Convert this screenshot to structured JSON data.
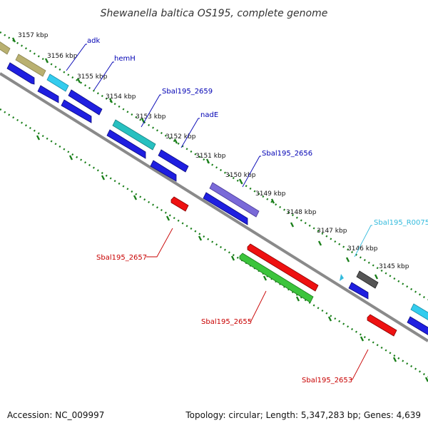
{
  "title": "Shewanella baltica OS195, complete genome",
  "accession_label": "Accession: NC_009997",
  "summary_label": "Topology: circular; Length: 5,347,283 bp; Genes: 4,639",
  "colors": {
    "forward_label": "#0000b4",
    "reverse_label": "#c80000",
    "rna_label": "#33bbdd",
    "ruler": "#1a7f1a",
    "backbone": "#888888"
  },
  "ruler_labels": [
    "3157 kbp",
    "3156 kbp",
    "3155 kbp",
    "3154 kbp",
    "3153 kbp",
    "3152 kbp",
    "3151 kbp",
    "3150 kbp",
    "3149 kbp",
    "3148 kbp",
    "3147 kbp",
    "3146 kbp",
    "3145 kbp"
  ],
  "gene_labels": {
    "adk": "adk",
    "hemH": "hemH",
    "sbal195_2659": "Sbal195_2659",
    "nadE": "nadE",
    "sbal195_2656": "Sbal195_2656",
    "sbal195_r0075": "Sbal195_R0075",
    "sbal195_2657": "Sbal195_2657",
    "sbal195_2655": "Sbal195_2655",
    "sbal195_2653": "Sbal195_2653"
  }
}
